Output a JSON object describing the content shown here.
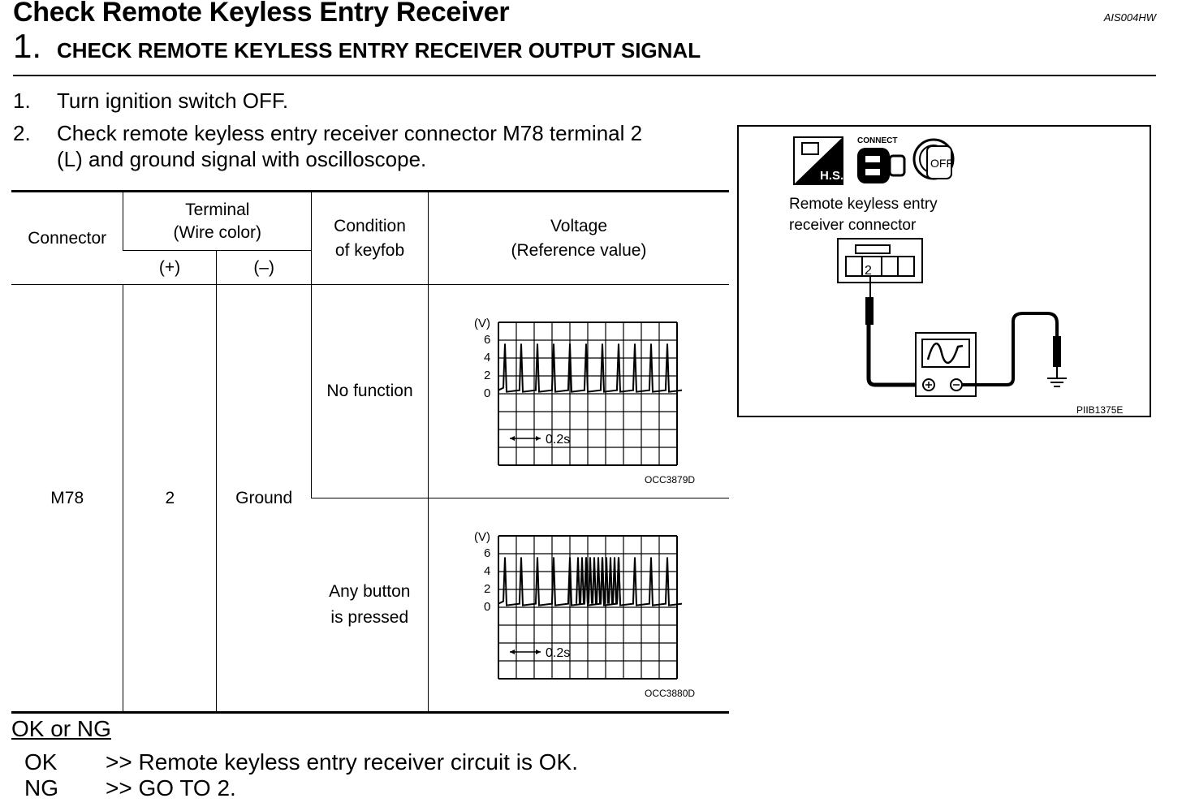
{
  "header": {
    "title": "Check Remote Keyless Entry Receiver",
    "code": "AIS004HW",
    "step_number": "1.",
    "step_title": "CHECK REMOTE KEYLESS ENTRY RECEIVER OUTPUT SIGNAL"
  },
  "instructions": [
    {
      "num": "1.",
      "text": "Turn ignition switch OFF."
    },
    {
      "num": "2.",
      "line1": "Check remote keyless entry receiver connector M78 terminal 2",
      "line2": "(L) and ground signal with oscilloscope."
    }
  ],
  "table": {
    "headers": {
      "connector": "Connector",
      "terminal_line1": "Terminal",
      "terminal_line2": "(Wire color)",
      "plus": "(+)",
      "minus": "(–)",
      "condition_line1": "Condition",
      "condition_line2": "of keyfob",
      "voltage_line1": "Voltage",
      "voltage_line2": "(Reference value)"
    },
    "row": {
      "connector": "M78",
      "plus": "2",
      "minus": "Ground"
    },
    "conditions": [
      {
        "line1": "No function",
        "line2": "",
        "scope_id": "OCC3879D"
      },
      {
        "line1": "Any button",
        "line2": "is pressed",
        "scope_id": "OCC3880D"
      }
    ],
    "scope": {
      "unit": "(V)",
      "y_ticks": [
        "6",
        "4",
        "2",
        "0"
      ],
      "time_label": "0.2s"
    }
  },
  "diagram": {
    "label_line1": "Remote keyless entry",
    "label_line2": "receiver connector",
    "icon_connect": "CONNECT",
    "icon_hs": "H.S.",
    "icon_off": "OFF",
    "pin": "2",
    "code": "PIIB1375E",
    "icons": [
      "harness-side-icon",
      "connector-icon",
      "ignition-off-icon",
      "oscilloscope-icon",
      "ground-icon"
    ]
  },
  "result": {
    "heading": "OK or NG",
    "items": [
      {
        "key": "OK",
        "text": ">> Remote keyless entry receiver circuit is OK."
      },
      {
        "key": "NG",
        "text": ">> GO TO 2."
      }
    ]
  }
}
